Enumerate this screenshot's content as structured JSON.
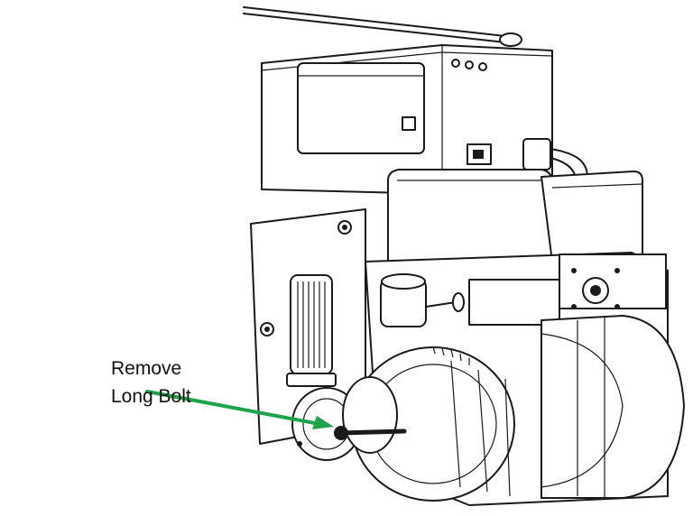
{
  "callout": {
    "line1": "Remove",
    "line2": "Long Bolt",
    "arrow_color": "#1fa34a"
  },
  "drawing": {
    "subject": "oil-burner-assembly"
  }
}
